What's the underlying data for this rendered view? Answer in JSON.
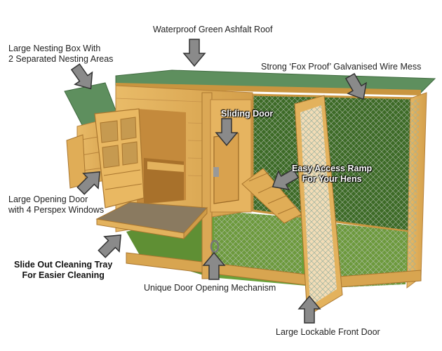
{
  "labels": {
    "roof": "Waterproof Green Ashfalt Roof",
    "nesting_box_line1": "Large Nesting Box With",
    "nesting_box_line2": "2 Separated Nesting Areas",
    "wire_mesh": "Strong ‘Fox Proof’ Galvanised Wire Mess",
    "sliding_door": "Sliding Door",
    "ramp_line1": "Easy Access Ramp",
    "ramp_line2": "For Your Hens",
    "opening_door_line1": "Large Opening Door",
    "opening_door_line2": "with 4 Perspex Windows",
    "tray_line1": "Slide Out Cleaning Tray",
    "tray_line2": "For Easier Cleaning",
    "mechanism": "Unique Door Opening Mechanism",
    "front_door": "Large Lockable Front Door"
  },
  "colors": {
    "roof": "#5e8f5e",
    "wood": "#e3b25d",
    "wood_dark": "#b7823a",
    "grass": "#5f8f34",
    "mesh": "#a7b8a2",
    "arrow_fill": "#8a8a8a",
    "arrow_stroke": "#333333"
  }
}
